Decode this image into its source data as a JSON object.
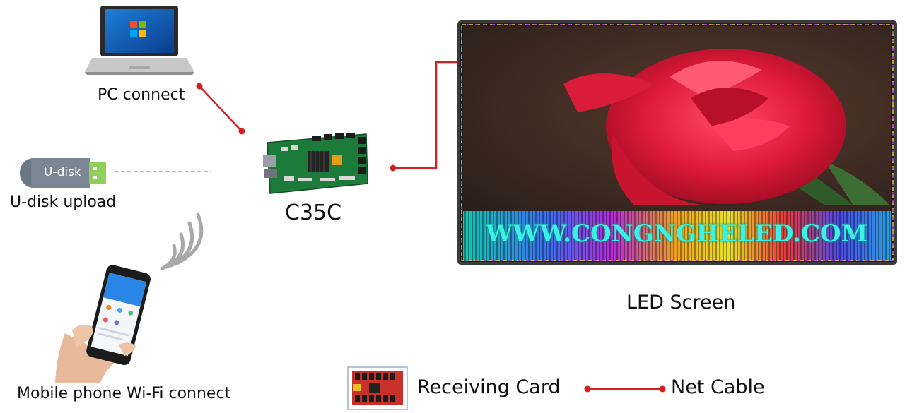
{
  "sources": {
    "pc_label": "PC connect",
    "udisk_label": "U-disk upload",
    "udisk_device_text": "U-disk",
    "mobile_label": "Mobile phone Wi-Fi connect"
  },
  "controller": {
    "model_label": "C35C"
  },
  "screen": {
    "label": "LED Screen",
    "banner_text": "WWW.CONGNGHELED.COM"
  },
  "legend": {
    "receiving_card_label": "Receiving Card",
    "net_cable_label": "Net Cable"
  },
  "colors": {
    "cable": "#d42020",
    "banner_text": "#3af0e8"
  }
}
